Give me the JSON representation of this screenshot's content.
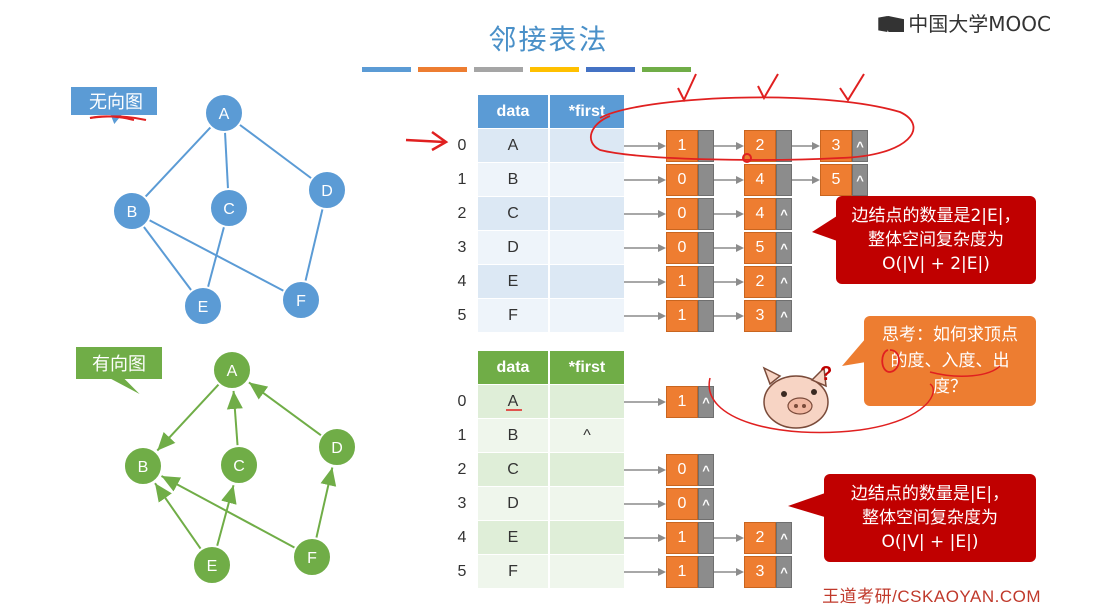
{
  "title": "邻接表法",
  "logo": "中国大学MOOC",
  "footer": "王道考研/CSKAOYAN.COM",
  "colors": {
    "title_bars": [
      "#5b9bd5",
      "#ed7d31",
      "#a5a5a5",
      "#ffc000",
      "#4472c4",
      "#70ad47"
    ],
    "undirected": "#5b9bd5",
    "directed": "#70ad47",
    "list_node": "#ed7d31",
    "note_red": "#c00000",
    "annotation_red": "#e02020"
  },
  "undirected_label": "无向图",
  "directed_label": "有向图",
  "vertices": [
    "A",
    "B",
    "C",
    "D",
    "E",
    "F"
  ],
  "undirected_edges": [
    [
      "A",
      "B"
    ],
    [
      "A",
      "C"
    ],
    [
      "A",
      "D"
    ],
    [
      "B",
      "E"
    ],
    [
      "B",
      "F"
    ],
    [
      "C",
      "E"
    ],
    [
      "D",
      "F"
    ]
  ],
  "directed_edges": [
    [
      "A",
      "B"
    ],
    [
      "C",
      "A"
    ],
    [
      "D",
      "A"
    ],
    [
      "E",
      "B"
    ],
    [
      "E",
      "C"
    ],
    [
      "F",
      "B"
    ],
    [
      "F",
      "D"
    ]
  ],
  "table_headers": [
    "data",
    "*first"
  ],
  "undirected_table": {
    "rows": [
      {
        "index": "0",
        "data": "A",
        "first": "",
        "list": [
          {
            "v": "1",
            "end": false
          },
          {
            "v": "2",
            "end": false
          },
          {
            "v": "3",
            "end": true
          }
        ]
      },
      {
        "index": "1",
        "data": "B",
        "first": "",
        "list": [
          {
            "v": "0",
            "end": false
          },
          {
            "v": "4",
            "end": false
          },
          {
            "v": "5",
            "end": true
          }
        ]
      },
      {
        "index": "2",
        "data": "C",
        "first": "",
        "list": [
          {
            "v": "0",
            "end": false
          },
          {
            "v": "4",
            "end": true
          }
        ]
      },
      {
        "index": "3",
        "data": "D",
        "first": "",
        "list": [
          {
            "v": "0",
            "end": false
          },
          {
            "v": "5",
            "end": true
          }
        ]
      },
      {
        "index": "4",
        "data": "E",
        "first": "",
        "list": [
          {
            "v": "1",
            "end": false
          },
          {
            "v": "2",
            "end": true
          }
        ]
      },
      {
        "index": "5",
        "data": "F",
        "first": "",
        "list": [
          {
            "v": "1",
            "end": false
          },
          {
            "v": "3",
            "end": true
          }
        ]
      }
    ]
  },
  "directed_table": {
    "rows": [
      {
        "index": "0",
        "data": "A",
        "first": "",
        "list": [
          {
            "v": "1",
            "end": true
          }
        ]
      },
      {
        "index": "1",
        "data": "B",
        "first": "^",
        "list": []
      },
      {
        "index": "2",
        "data": "C",
        "first": "",
        "list": [
          {
            "v": "0",
            "end": true
          }
        ]
      },
      {
        "index": "3",
        "data": "D",
        "first": "",
        "list": [
          {
            "v": "0",
            "end": true
          }
        ]
      },
      {
        "index": "4",
        "data": "E",
        "first": "",
        "list": [
          {
            "v": "1",
            "end": false
          },
          {
            "v": "2",
            "end": true
          }
        ]
      },
      {
        "index": "5",
        "data": "F",
        "first": "",
        "list": [
          {
            "v": "1",
            "end": false
          },
          {
            "v": "3",
            "end": true
          }
        ]
      }
    ]
  },
  "null_marker": "^",
  "note_undirected": [
    "边结点的数量是2|E|，",
    "整体空间复杂度为",
    "O(|V| + 2|E|)"
  ],
  "note_directed": [
    "边结点的数量是|E|，",
    "整体空间复杂度为",
    "O(|V| + |E|)"
  ],
  "think_note": [
    "思考：如何求顶点",
    "的度、入度、出度？"
  ],
  "question_mark": "?"
}
